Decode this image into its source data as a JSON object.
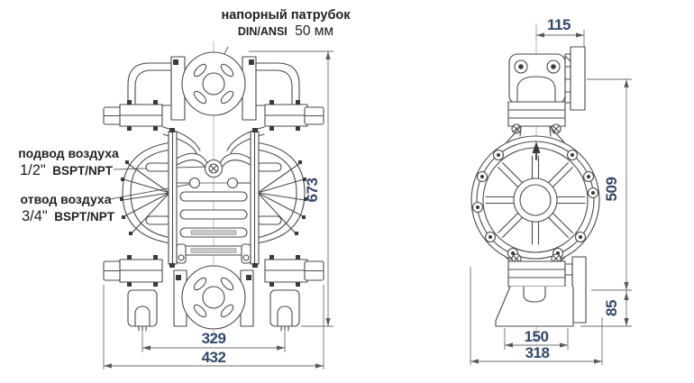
{
  "drawing": {
    "labels": {
      "discharge": {
        "line1": "напорный патрубок",
        "standard": "DIN/ANSI",
        "size": "50 мм"
      },
      "air_inlet": {
        "line1": "подвод воздуха",
        "size": "1/2\"",
        "standard": "BSPT/NPT"
      },
      "air_outlet": {
        "line1": "отвод воздуха",
        "size": "3/4\"",
        "standard": "BSPT/NPT"
      }
    },
    "dimensions_mm": {
      "front_view": {
        "overall_height": "673",
        "feet_center_span": "329",
        "overall_width": "432"
      },
      "side_view": {
        "top_flange_offset": "115",
        "port_center_span": "509",
        "foot_flange_height": "85",
        "foot_width": "150",
        "overall_depth": "318"
      }
    },
    "colors": {
      "background": "#ffffff",
      "line": "#4a4a4a",
      "dimension_line": "#6e6e6e",
      "dimension_text": "#31486b",
      "label_text": "#222222"
    }
  }
}
